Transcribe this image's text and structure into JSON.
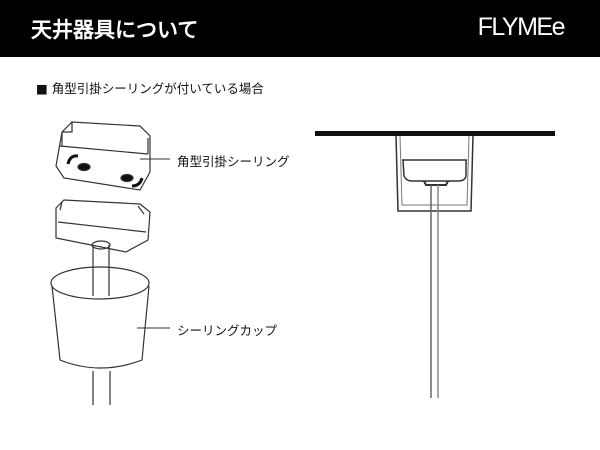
{
  "header": {
    "title": "天井器具について",
    "brand": "FLYMEe"
  },
  "section": {
    "subtitle": "■ 角型引掛シーリングが付いている場合"
  },
  "diagram": {
    "labels": {
      "ceiling_rose": "角型引掛シーリング",
      "ceiling_cup": "シーリングカップ"
    },
    "colors": {
      "header_bg": "#000000",
      "header_text": "#ffffff",
      "line": "#333333"
    }
  }
}
